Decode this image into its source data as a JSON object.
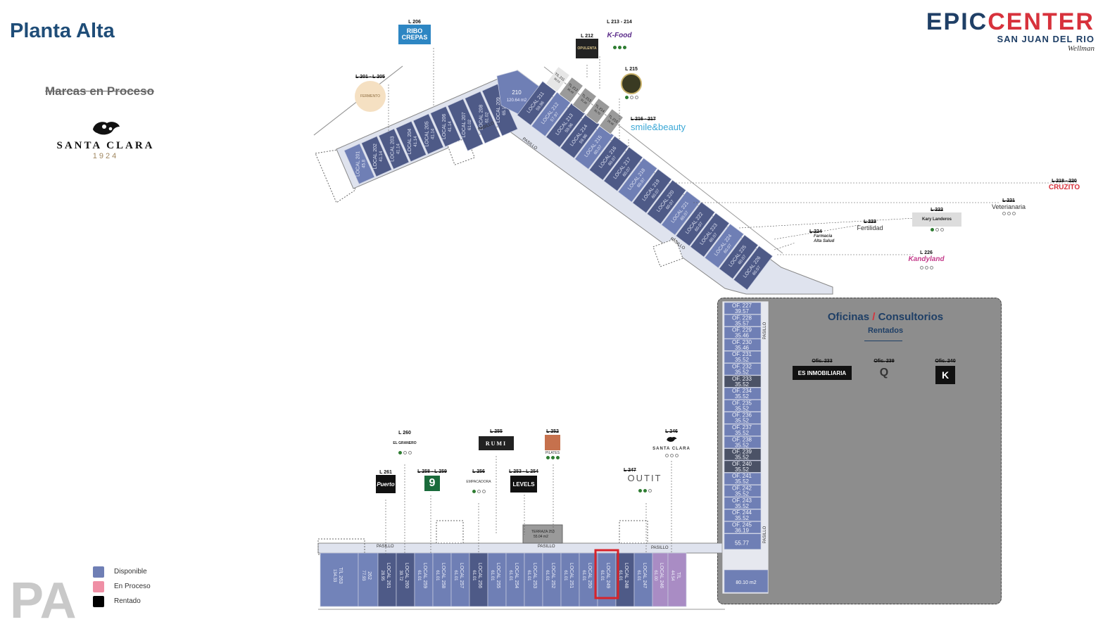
{
  "page": {
    "title": "Planta Alta",
    "watermark": "PA",
    "marcas_proceso": "Marcas en Proceso"
  },
  "santa_clara": {
    "name": "SANTA CLARA",
    "year": "1924"
  },
  "brand": {
    "epic": "EPIC",
    "center": "CENTER",
    "city": "SAN JUAN DEL RIO",
    "by": "Wellman"
  },
  "legend": {
    "items": [
      {
        "label": "Disponible",
        "color": "#6f7fb5"
      },
      {
        "label": "En Proceso",
        "color": "#ef8fa5"
      },
      {
        "label": "Rentado",
        "color": "#000000"
      }
    ]
  },
  "offices": {
    "title_a": "Oficinas",
    "title_sep": " / ",
    "title_b": "Consultorios",
    "subtitle": "Rentados",
    "tenants": [
      {
        "code": "Ofic. 233",
        "name": "ES INMOBILIARIA"
      },
      {
        "code": "Ofic. 239",
        "name": "Q"
      },
      {
        "code": "Ofic. 240",
        "name": "K"
      }
    ],
    "list": [
      {
        "name": "OF. 227",
        "area": "39.57"
      },
      {
        "name": "OF. 228",
        "area": "35.57"
      },
      {
        "name": "OF. 229",
        "area": "35.46"
      },
      {
        "name": "OF. 230",
        "area": "35.46"
      },
      {
        "name": "OF. 231",
        "area": "35.52"
      },
      {
        "name": "OF. 232",
        "area": "35.52"
      },
      {
        "name": "OF. 233",
        "area": "35.52"
      },
      {
        "name": "OF. 234",
        "area": "35.52"
      },
      {
        "name": "OF. 235",
        "area": "35.52"
      },
      {
        "name": "OF. 236",
        "area": "35.52"
      },
      {
        "name": "OF. 237",
        "area": "35.52"
      },
      {
        "name": "OF. 238",
        "area": "35.52"
      },
      {
        "name": "OF. 239",
        "area": "35.52"
      },
      {
        "name": "OF. 240",
        "area": "35.52"
      },
      {
        "name": "OF. 241",
        "area": "35.52"
      },
      {
        "name": "OF. 242",
        "area": "35.52"
      },
      {
        "name": "OF. 243",
        "area": "35.52"
      },
      {
        "name": "OF. 244",
        "area": "35.52"
      },
      {
        "name": "OF. 245",
        "area": "36.19"
      }
    ],
    "extra_area": "55.77",
    "terrace_area": "80.10 m2",
    "pasillo": "PASILLO"
  },
  "top_pins": [
    {
      "label": "L 206",
      "name": "RIBO CREPAS"
    },
    {
      "label": "L 201 - L 205",
      "name": "FERMENTO",
      "strike": true
    },
    {
      "label": "L 212",
      "name": "OPULENTA"
    },
    {
      "label": "L 213 - 214",
      "name": "K-Food"
    },
    {
      "label": "L 215",
      "name": ""
    },
    {
      "label": "L 216 - 217",
      "name": "smile&beauty",
      "strike": true
    },
    {
      "label": "L 218 - 220",
      "name": "CRUZITO",
      "strike": true
    },
    {
      "label": "L 221",
      "name": "Veterianaria",
      "strike": true
    },
    {
      "label": "L 222",
      "name": "Kary Landeros",
      "strike": true
    },
    {
      "label": "L 223",
      "name": "Fertilidad",
      "strike": true
    },
    {
      "label": "L 224",
      "name": "Farmacia Alta Salud",
      "strike": true
    },
    {
      "label": "L 226",
      "name": "Kandyland"
    }
  ],
  "bottom_pins": [
    {
      "label": "L 260",
      "name": "EL GRANERO"
    },
    {
      "label": "L 261",
      "name": "Puerto"
    },
    {
      "label": "L 258 - L 259",
      "name": "9",
      "strike": true
    },
    {
      "label": "L 256",
      "name": "EMPACADORA"
    },
    {
      "label": "L 255",
      "name": "RUMI",
      "strike": true
    },
    {
      "label": "L 253 - L 254",
      "name": "LEVELS"
    },
    {
      "label": "L 252",
      "name": "PILATES"
    },
    {
      "label": "L 247",
      "name": "OUTIT",
      "strike": true
    },
    {
      "label": "L 246",
      "name": "SANTA CLARA",
      "strike": true
    }
  ],
  "upper_wing": [
    {
      "name": "LOCAL 201",
      "area": "45.8"
    },
    {
      "name": "LOCAL 202",
      "area": "41.14"
    },
    {
      "name": "LOCAL 203",
      "area": "41.14"
    },
    {
      "name": "LOCAL 204",
      "area": "41.14"
    },
    {
      "name": "LOCAL 205",
      "area": "41.14"
    },
    {
      "name": "LOCAL 206",
      "area": "41.14"
    },
    {
      "name": "LOCAL 207",
      "area": "61.02"
    },
    {
      "name": "LOCAL 208",
      "area": "61.02"
    },
    {
      "name": "LOCAL 209",
      "area": "65.16"
    },
    {
      "name": "210",
      "area": "120.64 m2"
    },
    {
      "name": "LOCAL 211",
      "area": "59.96"
    },
    {
      "name": "LOCAL 212",
      "area": "57.97"
    },
    {
      "name": "LOCAL 213",
      "area": "59.96"
    },
    {
      "name": "LOCAL 214",
      "area": "59.96"
    },
    {
      "name": "LOCAL 215",
      "area": "60.07"
    },
    {
      "name": "LOCAL 216",
      "area": "60.07"
    },
    {
      "name": "LOCAL 217",
      "area": "60.07"
    },
    {
      "name": "LOCAL 218",
      "area": "60.07"
    },
    {
      "name": "LOCAL 219",
      "area": "60.07"
    },
    {
      "name": "LOCAL 220",
      "area": "60.07"
    },
    {
      "name": "LOCAL 221",
      "area": "60.07"
    },
    {
      "name": "LOCAL 222",
      "area": "60.07"
    },
    {
      "name": "LOCAL 223",
      "area": "60.07"
    },
    {
      "name": "LOCAL 224",
      "area": "60.07"
    },
    {
      "name": "LOCAL 225",
      "area": "60.07"
    },
    {
      "name": "LOCAL 226",
      "area": "60.07"
    }
  ],
  "tl_small": [
    {
      "name": "T/L 211",
      "area": "36.51"
    },
    {
      "name": "TL 212",
      "area": "36.49"
    },
    {
      "name": "TL 213",
      "area": "31.20"
    },
    {
      "name": "TL 214",
      "area": "30.70"
    },
    {
      "name": "TL 215",
      "area": "26.46"
    }
  ],
  "lower_row": [
    {
      "name": "T/L 263",
      "area": "134.33",
      "color": "#7283b9"
    },
    {
      "name": "262",
      "area": "77.93",
      "color": "#7283b9"
    },
    {
      "name": "LOCAL 261",
      "area": "28.95",
      "color": "#4e5a87"
    },
    {
      "name": "LOCAL 260",
      "area": "39.72",
      "color": "#4e5a87"
    },
    {
      "name": "LOCAL 259",
      "area": "61.01",
      "color": "#6f7fb5"
    },
    {
      "name": "LOCAL 258",
      "area": "61.01",
      "color": "#6f7fb5"
    },
    {
      "name": "LOCAL 257",
      "area": "61.01",
      "color": "#6f7fb5"
    },
    {
      "name": "LOCAL 256",
      "area": "61.01",
      "color": "#4e5a87"
    },
    {
      "name": "LOCAL 255",
      "area": "61.01",
      "color": "#6f7fb5"
    },
    {
      "name": "LOCAL 254",
      "area": "61.01",
      "color": "#6f7fb5"
    },
    {
      "name": "LOCAL 253",
      "area": "61.01",
      "color": "#6f7fb5"
    },
    {
      "name": "LOCAL 252",
      "area": "61.01",
      "color": "#6f7fb5"
    },
    {
      "name": "LOCAL 251",
      "area": "61.01",
      "color": "#6f7fb5"
    },
    {
      "name": "LOCAL 250",
      "area": "61.01",
      "color": "#6f7fb5"
    },
    {
      "name": "LOCAL 249",
      "area": "61.01",
      "color": "#6f7fb5"
    },
    {
      "name": "LOCAL 248",
      "area": "61.01",
      "color": "#4e5a87"
    },
    {
      "name": "LOCAL 247",
      "area": "61.01",
      "color": "#6f7fb5"
    },
    {
      "name": "LOCAL 246",
      "area": "61.00",
      "color": "#a98cc4"
    },
    {
      "name": "T/L",
      "area": "44.54",
      "color": "#a98cc4"
    }
  ],
  "labels": {
    "pasillo": "PASILLO",
    "terraza": "TERRAZA 253",
    "terraza_area": "55.04 m2"
  },
  "highlight": {
    "target": "LOCAL 249",
    "color": "#d8232a"
  }
}
